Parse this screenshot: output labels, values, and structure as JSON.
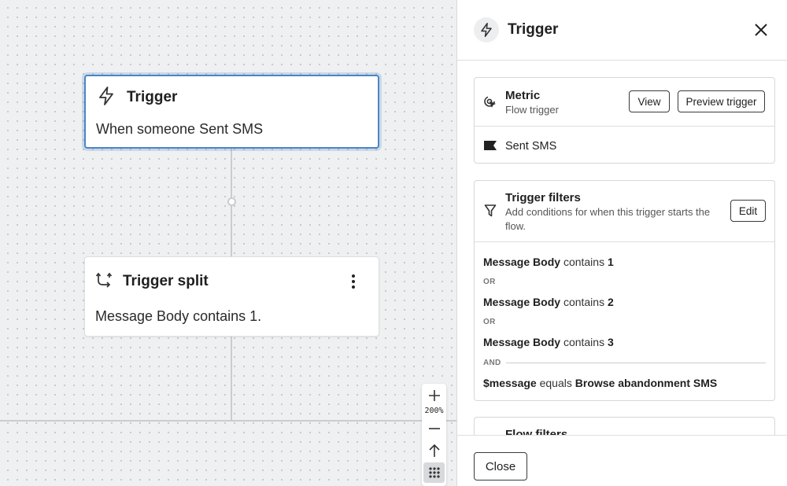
{
  "canvas": {
    "trigger_node": {
      "title": "Trigger",
      "description": "When someone Sent SMS",
      "icon": "lightning-icon"
    },
    "split_node": {
      "title": "Trigger split",
      "description": "Message Body contains 1.",
      "icon": "split-icon"
    },
    "zoom": {
      "level": "200%"
    }
  },
  "panel": {
    "title": "Trigger",
    "metric": {
      "title": "Metric",
      "subtitle": "Flow trigger",
      "view_label": "View",
      "preview_label": "Preview trigger",
      "metric_name": "Sent SMS"
    },
    "trigger_filters": {
      "title": "Trigger filters",
      "subtitle": "Add conditions for when this trigger starts the flow.",
      "edit_label": "Edit",
      "conditions": [
        {
          "field": "Message Body",
          "operator": "contains",
          "value": "1"
        },
        {
          "field": "Message Body",
          "operator": "contains",
          "value": "2"
        },
        {
          "field": "Message Body",
          "operator": "contains",
          "value": "3"
        },
        {
          "field": "$message",
          "operator": "equals",
          "value": "Browse abandonment SMS"
        }
      ],
      "connectors": [
        "OR",
        "OR",
        "AND"
      ]
    },
    "flow_filters": {
      "title": "Flow filters"
    },
    "close_label": "Close"
  },
  "colors": {
    "selected_border": "#4a86c7",
    "canvas_bg": "#eff0f1"
  }
}
